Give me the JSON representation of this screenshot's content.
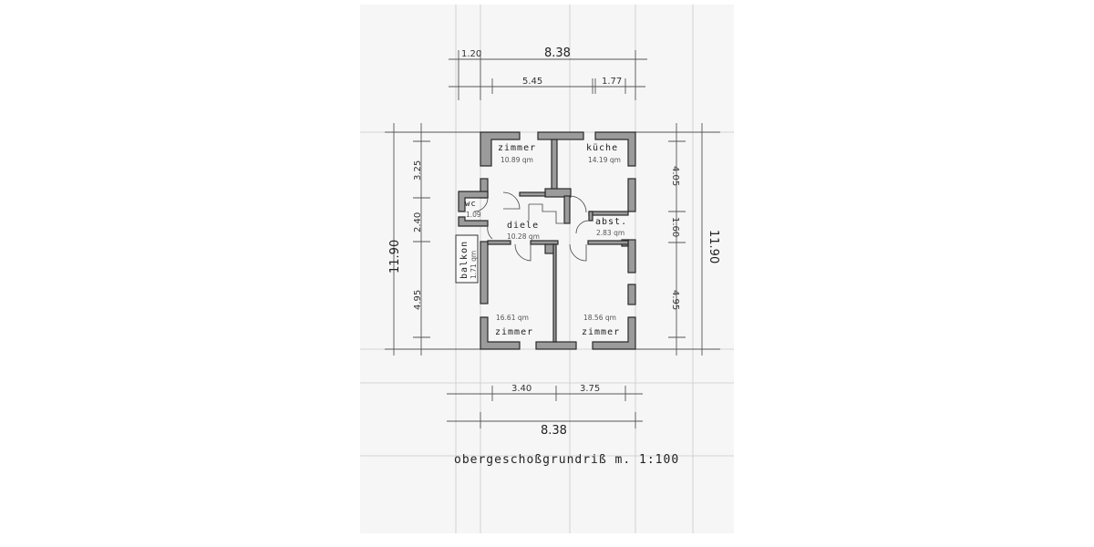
{
  "drawing": {
    "title": "obergeschoßgrundriß m. 1:100",
    "dimensions": {
      "top_total": "8.38",
      "top_balcony": "1.20",
      "top_left": "5.45",
      "top_right": "1.77",
      "bottom_left": "3.40",
      "bottom_right": "3.75",
      "bottom_total": "8.38",
      "left_total": "11.90",
      "left_top": "3.25",
      "left_mid": "2.40",
      "left_bottom": "4.95",
      "right_total": "11.90",
      "right_top": "4.05",
      "right_mid": "1.60",
      "right_bottom": "4.95"
    },
    "rooms": [
      {
        "name": "zimmer",
        "area": "10.89 qm"
      },
      {
        "name": "küche",
        "area": "14.19 qm"
      },
      {
        "name": "wc",
        "area": "1.09"
      },
      {
        "name": "diele",
        "area": "10.28 qm"
      },
      {
        "name": "abst.",
        "area": "2.83 qm"
      },
      {
        "name": "balkon",
        "area": "1.71 qm"
      },
      {
        "name": "zimmer",
        "area": "16.61 qm"
      },
      {
        "name": "zimmer",
        "area": "18.56 qm"
      }
    ],
    "colors": {
      "wall": "#9b9b9b",
      "paper": "#f6f6f6"
    }
  }
}
